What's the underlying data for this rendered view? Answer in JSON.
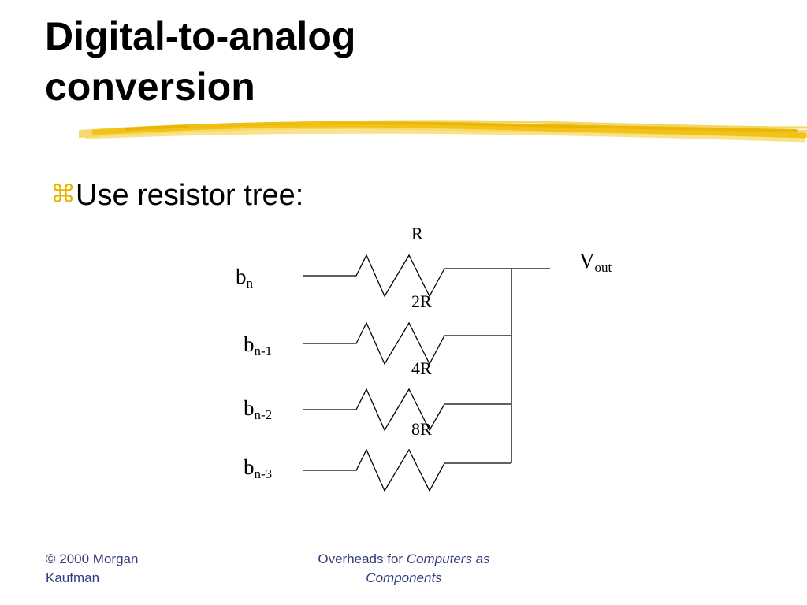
{
  "slide": {
    "title_line1": "Digital-to-analog",
    "title_line2": "conversion",
    "bullet_marker": "⌘",
    "bullet_text": "Use resistor tree:",
    "accent_color": "#f2c21a"
  },
  "circuit": {
    "resistors": [
      {
        "label": "R",
        "input_base": "b",
        "input_sub": "n"
      },
      {
        "label": "2R",
        "input_base": "b",
        "input_sub": "n-1"
      },
      {
        "label": "4R",
        "input_base": "b",
        "input_sub": "n-2"
      },
      {
        "label": "8R",
        "input_base": "b",
        "input_sub": "n-3"
      }
    ],
    "output_base": "V",
    "output_sub": "out"
  },
  "footer": {
    "left": "© 2000 Morgan Kaufman",
    "center_prefix": "Overheads for ",
    "center_italic": "Computers as Components"
  }
}
